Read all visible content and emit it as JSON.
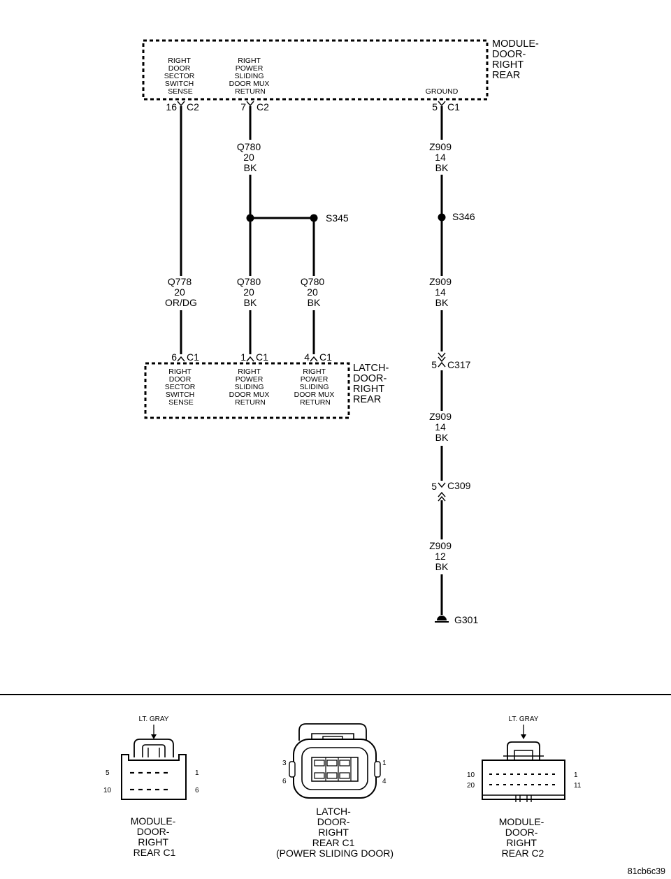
{
  "module": {
    "name": [
      "MODULE-",
      "DOOR-",
      "RIGHT",
      "REAR"
    ],
    "pins": [
      {
        "label": [
          "RIGHT",
          "DOOR",
          "SECTOR",
          "SWITCH",
          "SENSE"
        ],
        "num": "16",
        "conn": "C2"
      },
      {
        "label": [
          "RIGHT",
          "POWER",
          "SLIDING",
          "DOOR MUX",
          "RETURN"
        ],
        "num": "7",
        "conn": "C2"
      },
      {
        "label": [
          "GROUND"
        ],
        "num": "5",
        "conn": "C1"
      }
    ]
  },
  "latch": {
    "name": [
      "LATCH-",
      "DOOR-",
      "RIGHT",
      "REAR"
    ],
    "pins": [
      {
        "label": [
          "RIGHT",
          "DOOR",
          "SECTOR",
          "SWITCH",
          "SENSE"
        ],
        "num": "6",
        "conn": "C1"
      },
      {
        "label": [
          "RIGHT",
          "POWER",
          "SLIDING",
          "DOOR MUX",
          "RETURN"
        ],
        "num": "1",
        "conn": "C1"
      },
      {
        "label": [
          "RIGHT",
          "POWER",
          "SLIDING",
          "DOOR MUX",
          "RETURN"
        ],
        "num": "4",
        "conn": "C1"
      }
    ]
  },
  "wires": {
    "q780_top": [
      "Q780",
      "20",
      "BK"
    ],
    "q778": [
      "Q778",
      "20",
      "OR/DG"
    ],
    "q780_mid": [
      "Q780",
      "20",
      "BK"
    ],
    "q780_right": [
      "Q780",
      "20",
      "BK"
    ],
    "z909_a": [
      "Z909",
      "14",
      "BK"
    ],
    "z909_b": [
      "Z909",
      "14",
      "BK"
    ],
    "z909_c": [
      "Z909",
      "14",
      "BK"
    ],
    "z909_d": [
      "Z909",
      "12",
      "BK"
    ]
  },
  "splices": {
    "s345": "S345",
    "s346": "S346"
  },
  "inline": {
    "c317": {
      "num": "5",
      "name": "C317"
    },
    "c309": {
      "num": "5",
      "name": "C309"
    }
  },
  "ground": "G301",
  "connectors": {
    "c1": {
      "color": "LT. GRAY",
      "pins": [
        "5",
        "1",
        "10",
        "6"
      ],
      "caption": [
        "MODULE-",
        "DOOR-",
        "RIGHT",
        "REAR C1"
      ]
    },
    "latch": {
      "pins": [
        "3",
        "1",
        "6",
        "4"
      ],
      "caption": [
        "LATCH-",
        "DOOR-",
        "RIGHT",
        "REAR C1",
        "(POWER SLIDING DOOR)"
      ]
    },
    "c2": {
      "color": "LT. GRAY",
      "pins": [
        "10",
        "1",
        "20",
        "11"
      ],
      "caption": [
        "MODULE-",
        "DOOR-",
        "RIGHT",
        "REAR C2"
      ]
    }
  },
  "figure_id": "81cb6c39"
}
